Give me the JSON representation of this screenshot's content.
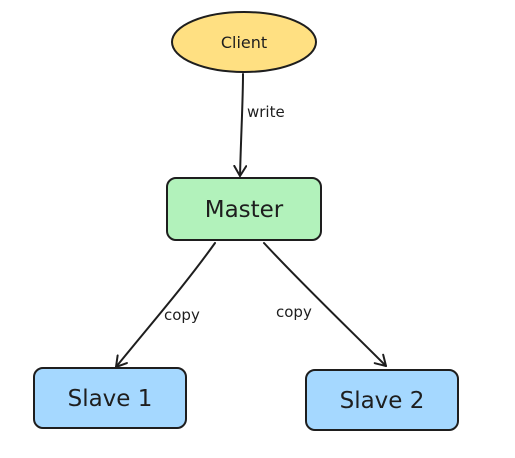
{
  "nodes": {
    "client": {
      "label": "Client",
      "fill": "#ffe082",
      "stroke": "#1e1e1e"
    },
    "master": {
      "label": "Master",
      "fill": "#b2f2bb",
      "stroke": "#1e1e1e"
    },
    "slave1": {
      "label": "Slave 1",
      "fill": "#a5d8ff",
      "stroke": "#1e1e1e"
    },
    "slave2": {
      "label": "Slave 2",
      "fill": "#a5d8ff",
      "stroke": "#1e1e1e"
    }
  },
  "edges": {
    "client_to_master": {
      "label": "write"
    },
    "master_to_slave1": {
      "label": "copy"
    },
    "master_to_slave2": {
      "label": "copy"
    }
  }
}
